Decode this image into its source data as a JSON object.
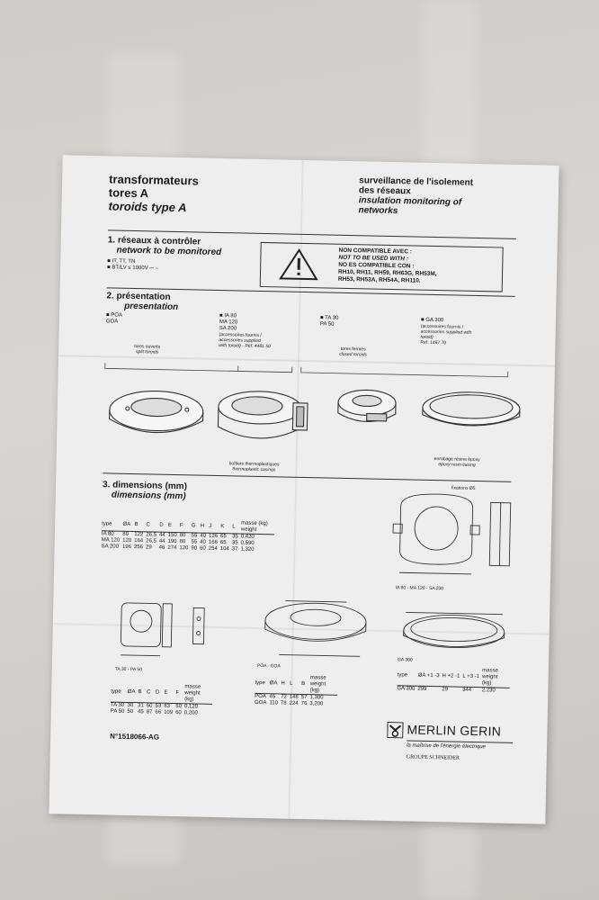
{
  "header": {
    "title_line1": "transformateurs",
    "title_line2": "tores A",
    "title_line3": "toroids type A",
    "right_line1": "surveillance de l'isolement",
    "right_line2": "des réseaux",
    "right_line3": "insulation monitoring of",
    "right_line4": "networks"
  },
  "section1": {
    "heading": "1. réseaux à contrôler",
    "heading_en": "network to be monitored",
    "bullet1": "■ IT, TT, TN",
    "bullet2": "■ BT/LV ≤ 1000V ⎓ ∼",
    "warning_icon": "warning-triangle-icon",
    "warning_lines": [
      "NON COMPATIBLE AVEC :",
      "NOT TO BE USED WITH :",
      "NO ES COMPATIBLE CON :",
      "RH10, RH11, RH59, RH63G, RH53M,",
      "RH53, RH53A, RH54A, RH110."
    ]
  },
  "section2": {
    "heading": "2. présentation",
    "heading_en": "presentation",
    "groups": [
      {
        "code": "■ POA",
        "code2": "GOA",
        "desc1": "tores ouverts",
        "desc2": "split toroids"
      },
      {
        "code": "■ IA 80",
        "code2": "MA 120",
        "code3": "SA 200",
        "desc1": "(accessoires fournis /",
        "desc2": "accessories supplied",
        "desc3": "with toroid) - Réf. 4481 50"
      },
      {
        "code": "■ TA 30",
        "code2": "PA 50",
        "desc1": "tores fermés",
        "desc2": "closed toroids"
      },
      {
        "code": "■ GA 300",
        "desc1": "(accessoires fournis /",
        "desc2": "accessories supplied with",
        "desc3": "toroid)",
        "desc4": "Ref. 1497 70"
      }
    ],
    "caption_left1": "boîtiers thermoplastiques",
    "caption_left2": "thermoplastic casings",
    "caption_right1": "enrobage résine époxy",
    "caption_right2": "epoxy resin casing"
  },
  "section3": {
    "heading": "3. dimensions (mm)",
    "heading_en": "dimensions (mm)",
    "table1": {
      "headers": [
        "type",
        "ØA",
        "B",
        "C",
        "D",
        "E",
        "F",
        "G",
        "H",
        "J",
        "K",
        "L",
        "masse (kg) weight"
      ],
      "rows": [
        [
          "IA 80",
          "80",
          "122",
          "26,5",
          "44",
          "150",
          "80",
          "55",
          "40",
          "126",
          "65",
          "35",
          "0,420"
        ],
        [
          "MA 120",
          "120",
          "164",
          "26,5",
          "44",
          "190",
          "80",
          "55",
          "40",
          "166",
          "65",
          "35",
          "0,590"
        ],
        [
          "SA 200",
          "196",
          "256",
          "29",
          "46",
          "274",
          "120",
          "90",
          "60",
          "254",
          "104",
          "37",
          "1,320"
        ]
      ],
      "drawing_label": "IA 80 - MA 120 - SA 200",
      "fixation_label": "fixations Ø5"
    },
    "table2": {
      "drawing_label": "TA 30 - PA 50",
      "headers": [
        "type",
        "ØA",
        "B",
        "C",
        "D",
        "E",
        "F",
        "masse weight (kg)"
      ],
      "rows": [
        [
          "TA 30",
          "30",
          "31",
          "60",
          "53",
          "83",
          "50",
          "0,120"
        ],
        [
          "PA 50",
          "50",
          "45",
          "87",
          "66",
          "109",
          "60",
          "0,200"
        ]
      ]
    },
    "table3": {
      "drawing_label": "POA - GOA",
      "headers": [
        "type",
        "ØA",
        "H",
        "L",
        "B",
        "masse weight (kg)"
      ],
      "rows": [
        [
          "POA",
          "46",
          "72",
          "148",
          "57",
          "1,300"
        ],
        [
          "GOA",
          "110",
          "78",
          "224",
          "76",
          "3,200"
        ]
      ]
    },
    "table4": {
      "drawing_label": "GA 300",
      "headers": [
        "type",
        "ØA +1 -3",
        "H +2 -1",
        "L +3 -1",
        "masse weight (kg)"
      ],
      "rows": [
        [
          "GA 300",
          "299",
          "29",
          "344",
          "2,230"
        ]
      ]
    }
  },
  "footer": {
    "ref": "N°1518066-AG",
    "brand": "MERLIN GERIN",
    "tagline": "la maîtrise de l'énergie électrique",
    "group": "GROUPE SCHNEIDER",
    "logo_icon": "merlin-gerin-logo-icon"
  }
}
